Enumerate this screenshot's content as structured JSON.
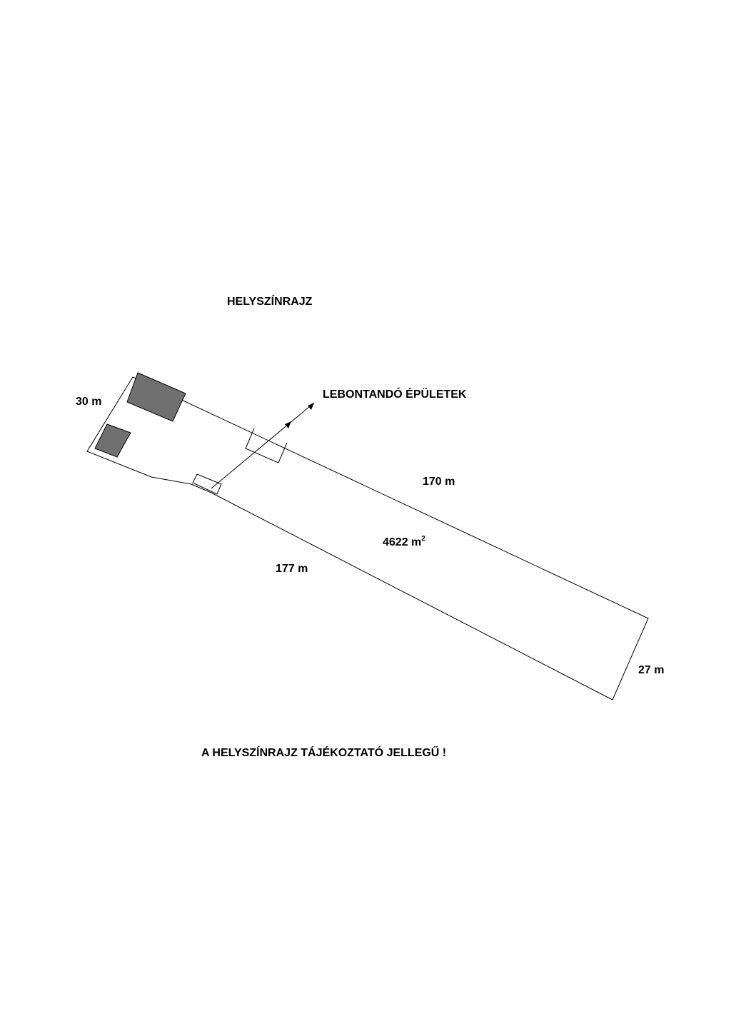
{
  "title": "HELYSZÍNRAJZ",
  "callout": "LEBONTANDÓ ÉPÜLETEK",
  "dimensions": {
    "west": "30 m",
    "north": "170 m",
    "south": "177 m",
    "east": "27 m"
  },
  "area": {
    "value": "4622 m",
    "exponent": "2"
  },
  "disclaimer": "A HELYSZÍNRAJZ TÁJÉKOZTATÓ JELLEGŰ !",
  "colors": {
    "existing_building_fill": "#707070",
    "line": "#000000"
  }
}
